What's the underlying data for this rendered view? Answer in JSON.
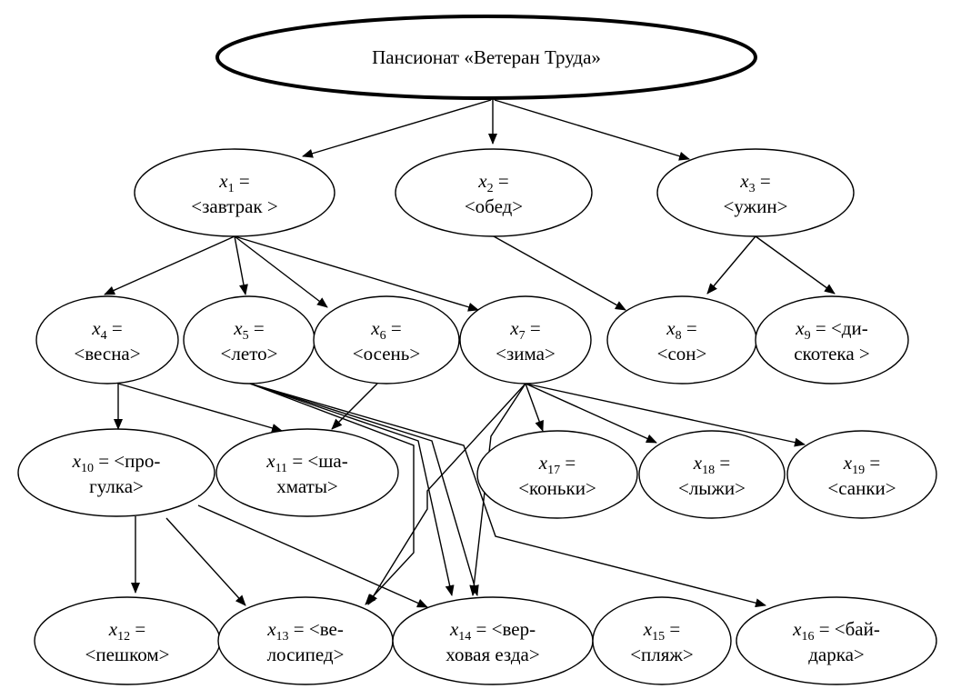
{
  "root": {
    "label": "Пансионат «Ветеран Труда»",
    "color": "#e00000"
  },
  "nodes": [
    {
      "id": "x1",
      "var": "x",
      "sub": "1",
      "lines": [
        "x₁ =",
        "<завтрак >"
      ]
    },
    {
      "id": "x2",
      "var": "x",
      "sub": "2",
      "lines": [
        "x₂ =",
        "<обед>"
      ]
    },
    {
      "id": "x3",
      "var": "x",
      "sub": "3",
      "lines": [
        "x₃ =",
        "<ужин>"
      ]
    },
    {
      "id": "x4",
      "var": "x",
      "sub": "4",
      "lines": [
        "x₄ =",
        "<весна>"
      ]
    },
    {
      "id": "x5",
      "var": "x",
      "sub": "5",
      "lines": [
        "x₅ =",
        "<лето>"
      ]
    },
    {
      "id": "x6",
      "var": "x",
      "sub": "6",
      "lines": [
        "x₆ =",
        "<осень>"
      ]
    },
    {
      "id": "x7",
      "var": "x",
      "sub": "7",
      "lines": [
        "x₇ =",
        "<зима>"
      ]
    },
    {
      "id": "x8",
      "var": "x",
      "sub": "8",
      "lines": [
        "x₈ =",
        "<сон>"
      ]
    },
    {
      "id": "x9",
      "var": "x",
      "sub": "9",
      "lines": [
        "x₉ = <ди-",
        "скотека >"
      ]
    },
    {
      "id": "x10",
      "var": "x",
      "sub": "10",
      "lines": [
        "x₁₀ = <про-",
        "гулка>"
      ]
    },
    {
      "id": "x11",
      "var": "x",
      "sub": "11",
      "lines": [
        "x₁₁ = <ша-",
        "хматы>"
      ]
    },
    {
      "id": "x12",
      "var": "x",
      "sub": "12",
      "lines": [
        "x₁₂ =",
        "<пешком>"
      ]
    },
    {
      "id": "x13",
      "var": "x",
      "sub": "13",
      "lines": [
        "x₁₃ = <ве-",
        "лосипед>"
      ]
    },
    {
      "id": "x14",
      "var": "x",
      "sub": "14",
      "lines": [
        "x₁₄ = <вер-",
        "ховая езда>"
      ]
    },
    {
      "id": "x15",
      "var": "x",
      "sub": "15",
      "lines": [
        "x₁₅ =",
        "<пляж>"
      ]
    },
    {
      "id": "x16",
      "var": "x",
      "sub": "16",
      "lines": [
        "x₁₆ = <бай-",
        "дарка>"
      ]
    },
    {
      "id": "x17",
      "var": "x",
      "sub": "17",
      "lines": [
        "x₁₇ =",
        "<коньки>"
      ]
    },
    {
      "id": "x18",
      "var": "x",
      "sub": "18",
      "lines": [
        "x₁₈ =",
        "<лыжи>"
      ]
    },
    {
      "id": "x19",
      "var": "x",
      "sub": "19",
      "lines": [
        "x₁₉ =",
        "<санки>"
      ]
    }
  ],
  "edges": [
    [
      "root",
      "x1"
    ],
    [
      "root",
      "x2"
    ],
    [
      "root",
      "x3"
    ],
    [
      "x1",
      "x4"
    ],
    [
      "x1",
      "x5"
    ],
    [
      "x1",
      "x6"
    ],
    [
      "x1",
      "x7"
    ],
    [
      "x2",
      "x8"
    ],
    [
      "x3",
      "x8"
    ],
    [
      "x3",
      "x9"
    ],
    [
      "x4",
      "x10"
    ],
    [
      "x4",
      "x11"
    ],
    [
      "x6",
      "x11"
    ],
    [
      "x5",
      "x13"
    ],
    [
      "x5",
      "x14"
    ],
    [
      "x5",
      "x15"
    ],
    [
      "x5",
      "x16"
    ],
    [
      "x7",
      "x13"
    ],
    [
      "x7",
      "x14"
    ],
    [
      "x7",
      "x17"
    ],
    [
      "x7",
      "x18"
    ],
    [
      "x7",
      "x19"
    ],
    [
      "x10",
      "x12"
    ],
    [
      "x10",
      "x13"
    ],
    [
      "x10",
      "x14"
    ]
  ]
}
